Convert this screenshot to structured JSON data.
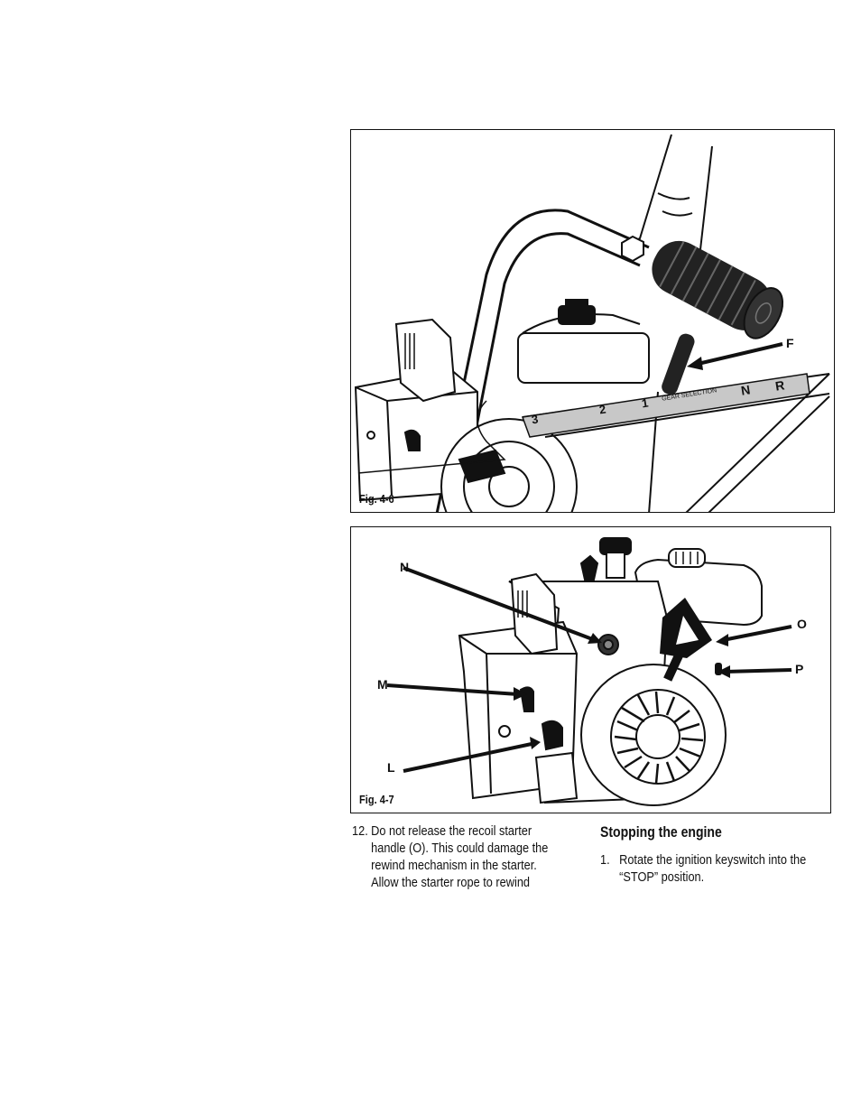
{
  "fig_4_6": {
    "label": "Fig. 4-6",
    "callout_f": "F",
    "gear_numbers": [
      "3",
      "2",
      "1"
    ],
    "gear_letters": [
      "N",
      "R"
    ],
    "gear_caption": "GEAR SELECTION"
  },
  "fig_4_7": {
    "label": "Fig. 4-7",
    "callouts": {
      "n": "N",
      "m": "M",
      "l": "L",
      "o": "O",
      "p": "P"
    }
  },
  "step_12": {
    "number": "12.",
    "lines": [
      "Do not release the recoil starter",
      "handle (O). This could damage the",
      "rewind mechanism in the starter.",
      "Allow the starter rope to rewind"
    ]
  },
  "stopping": {
    "heading": "Stopping the engine",
    "step_1": {
      "number": "1.",
      "lines": [
        "Rotate the ignition keyswitch into the",
        "“STOP” position."
      ]
    }
  }
}
